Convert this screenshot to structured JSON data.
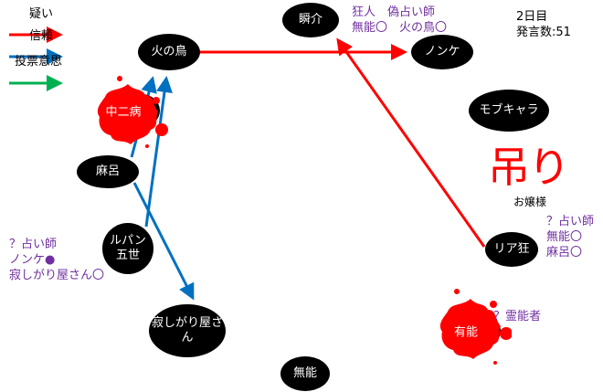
{
  "legend": [
    {
      "label": "疑い",
      "color": "#ff0000"
    },
    {
      "label": "信頼",
      "color": "#0070c0"
    },
    {
      "label": "投票意思",
      "color": "#00b050"
    }
  ],
  "info": {
    "day": "2日目",
    "post_count": "発言数:51"
  },
  "nodes": {
    "shunsuke": "瞬介",
    "hinotori": "火の鳥",
    "nonke": "ノンケ",
    "chunibyo": "中二病",
    "mobchara": "モブキャラ",
    "maro": "麻呂",
    "ojousama": "お嬢様",
    "lupin": "ルパン\n五世",
    "riakyo": "リア狂",
    "sabishigari": "寂しがり屋さん",
    "yuno": "有能",
    "muno": "無能"
  },
  "hanged_label": "吊り",
  "notes": {
    "shunsuke": [
      "狂人　偽占い師",
      "無能〇　火の鳥〇"
    ],
    "lupin": [
      "？占い師",
      "ノンケ●",
      "寂しがり屋さん〇"
    ],
    "riakyo": [
      "？占い師",
      "無能〇",
      "麻呂〇"
    ],
    "yuno": [
      "？霊能者"
    ]
  },
  "colors": {
    "suspicion": "#ff0000",
    "trust": "#0070c0",
    "vote": "#00b050",
    "note": "#7030a0",
    "blood": "#ff0000"
  }
}
